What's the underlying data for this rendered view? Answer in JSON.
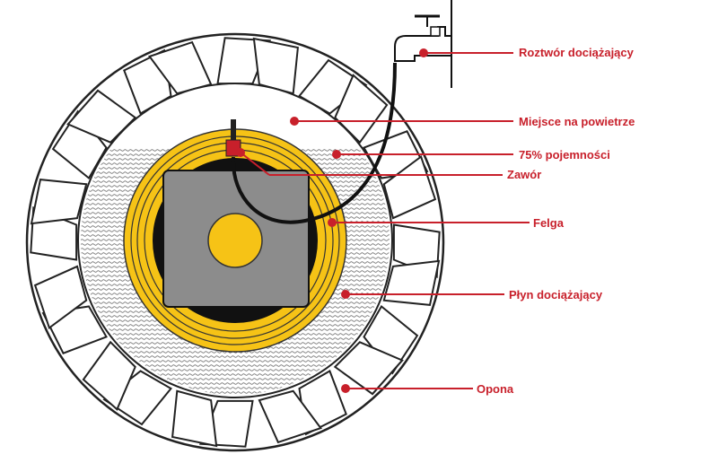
{
  "colors": {
    "label_red": "#c8202b",
    "rim_yellow": "#f6c316",
    "hub_gray": "#8c8c8c",
    "tire_outline": "#222222",
    "liquid_dots": "#444444"
  },
  "labels": {
    "ballast_solution": "Roztwór dociążający",
    "air_space": "Miejsce na powietrze",
    "capacity": "75% pojemności",
    "valve": "Zawór",
    "rim": "Felga",
    "ballast_liquid": "Płyn dociążający",
    "tire": "Opona"
  },
  "icons": {
    "tap": "water-tap-icon",
    "hose": "hose-icon"
  }
}
